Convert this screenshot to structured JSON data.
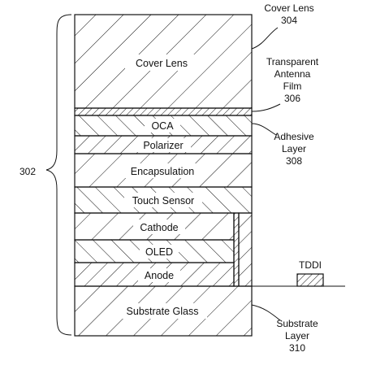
{
  "stack_label": "302",
  "layers": {
    "cover_lens": "Cover Lens",
    "oca": "OCA",
    "polarizer": "Polarizer",
    "encapsulation": "Encapsulation",
    "touch_sensor": "Touch Sensor",
    "cathode": "Cathode",
    "oled": "OLED",
    "anode": "Anode",
    "substrate_glass": "Substrate Glass"
  },
  "callouts": {
    "cover_lens": {
      "line1": "Cover Lens",
      "number": "304"
    },
    "antenna_film": {
      "line1": "Transparent",
      "line2": "Antenna",
      "line3": "Film",
      "number": "306"
    },
    "adhesive": {
      "line1": "Adhesive",
      "line2": "Layer",
      "number": "308"
    },
    "substrate": {
      "line1": "Substrate",
      "line2": "Layer",
      "number": "310"
    }
  },
  "chip_label": "TDDI"
}
